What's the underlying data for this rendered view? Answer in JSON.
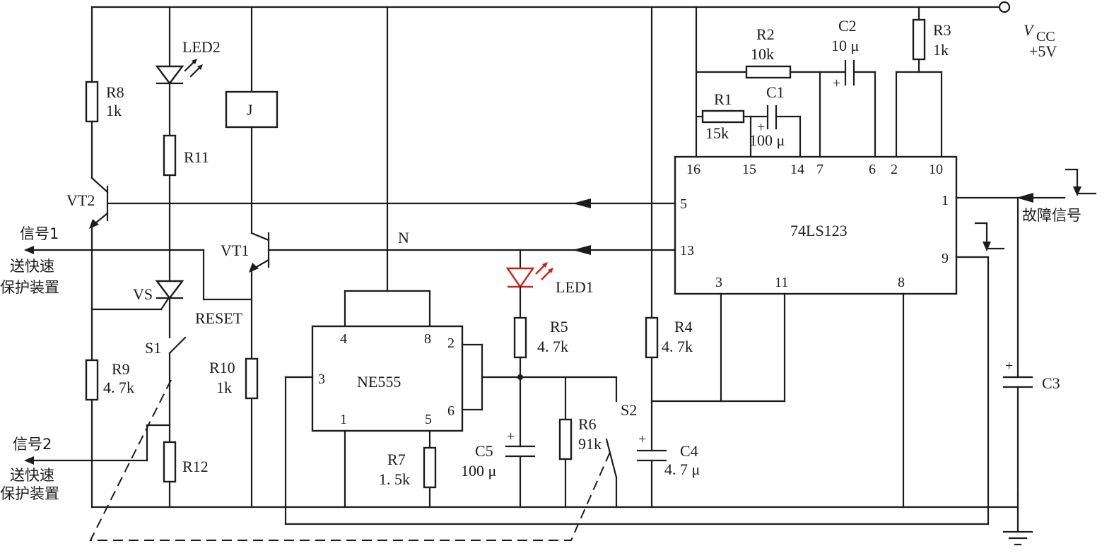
{
  "vcc": {
    "symbol": "V",
    "sub": "CC",
    "voltage": "+5V"
  },
  "ics": {
    "u74": {
      "name": "74LS123",
      "pins": {
        "p16": "16",
        "p15": "15",
        "p14": "14",
        "p7": "7",
        "p6": "6",
        "p2": "2",
        "p10": "10",
        "p5": "5",
        "p13": "13",
        "p1": "1",
        "p9": "9",
        "p3": "3",
        "p11": "11",
        "p8": "8"
      }
    },
    "ne555": {
      "name": "NE555",
      "pins": {
        "p4": "4",
        "p8": "8",
        "p2": "2",
        "p3": "3",
        "p6": "6",
        "p1": "1",
        "p5": "5"
      }
    }
  },
  "components": {
    "r1": {
      "name": "R1",
      "value": "15k"
    },
    "r2": {
      "name": "R2",
      "value": "10k"
    },
    "r3": {
      "name": "R3",
      "value": "1k"
    },
    "r4": {
      "name": "R4",
      "value": "4. 7k"
    },
    "r5": {
      "name": "R5",
      "value": "4. 7k"
    },
    "r6": {
      "name": "R6",
      "value": "91k"
    },
    "r7": {
      "name": "R7",
      "value": "1. 5k"
    },
    "r8": {
      "name": "R8",
      "value": "1k"
    },
    "r9": {
      "name": "R9",
      "value": "4. 7k"
    },
    "r10": {
      "name": "R10",
      "value": "1k"
    },
    "r11": {
      "name": "R11"
    },
    "r12": {
      "name": "R12"
    },
    "c1": {
      "name": "C1",
      "value": "100 μ"
    },
    "c2": {
      "name": "C2",
      "value": "10 μ"
    },
    "c3": {
      "name": "C3"
    },
    "c4": {
      "name": "C4",
      "value": "4. 7 μ"
    },
    "c5": {
      "name": "C5",
      "value": "100 μ"
    },
    "led1": {
      "name": "LED1"
    },
    "led2": {
      "name": "LED2"
    },
    "vt1": {
      "name": "VT1"
    },
    "vt2": {
      "name": "VT2"
    },
    "vs": {
      "name": "VS"
    },
    "j": {
      "name": "J"
    },
    "s1": {
      "name": "S1"
    },
    "s2": {
      "name": "S2"
    }
  },
  "labels": {
    "node_n": "N",
    "reset": "RESET",
    "fault_signal": "故障信号",
    "signal1": "信号1",
    "signal2": "信号2",
    "send1_line1": "送快速",
    "send1_line2": "保护装置",
    "send2_line1": "送快速",
    "send2_line2": "保护装置",
    "plus": "+"
  }
}
